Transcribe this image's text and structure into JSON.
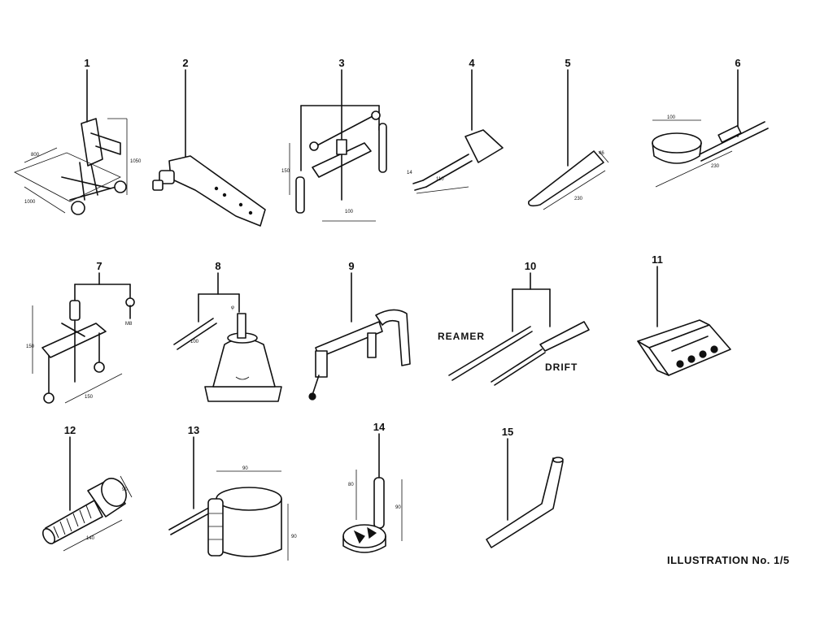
{
  "caption": "ILLUSTRATION No. 1/5",
  "tools": [
    {
      "number": "1"
    },
    {
      "number": "2"
    },
    {
      "number": "3"
    },
    {
      "number": "4"
    },
    {
      "number": "5"
    },
    {
      "number": "6"
    },
    {
      "number": "7"
    },
    {
      "number": "8"
    },
    {
      "number": "9"
    },
    {
      "number": "10"
    },
    {
      "number": "11"
    },
    {
      "number": "12"
    },
    {
      "number": "13"
    },
    {
      "number": "14"
    },
    {
      "number": "15"
    }
  ],
  "labels": {
    "reamer": "REAMER",
    "drift": "DRIFT"
  },
  "dims": {
    "t1": [
      "800",
      "1000",
      "1050"
    ],
    "t3": [
      "150",
      "100"
    ],
    "t4": [
      "14",
      "110"
    ],
    "t5": [
      "46",
      "230"
    ],
    "t6": [
      "100",
      "230"
    ],
    "t7": [
      "150",
      "150",
      "M8"
    ],
    "t8": [
      "100",
      "φ"
    ],
    "t12": [
      "90",
      "140"
    ],
    "t13": [
      "90",
      "90"
    ],
    "t14": [
      "80",
      "90"
    ]
  }
}
